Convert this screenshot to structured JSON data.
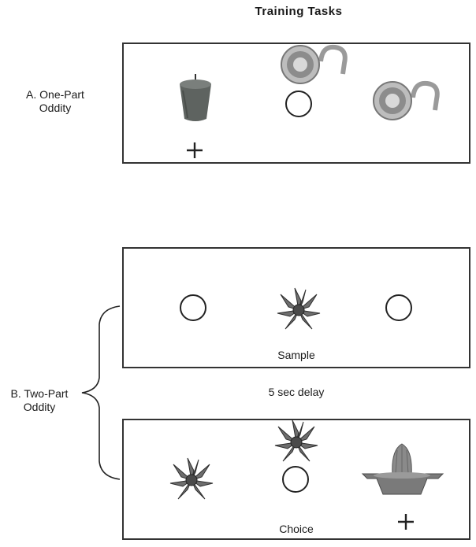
{
  "title": "Training Tasks",
  "section_a": {
    "label_line1": "A. One-Part",
    "label_line2": "Oddity"
  },
  "section_b": {
    "label_line1": "B. Two-Part",
    "label_line2": "Oddity",
    "sample_label": "Sample",
    "delay_label": "5 sec delay",
    "choice_label": "Choice"
  },
  "icons": [
    "candle-icon",
    "combination-lock-icon",
    "gift-bow-icon",
    "citrus-juicer-icon",
    "circle-marker",
    "plus-marker"
  ],
  "colors": {
    "stroke": "#333333",
    "object_gray": "#5a5a5a",
    "metal_light": "#d8d8d8"
  }
}
